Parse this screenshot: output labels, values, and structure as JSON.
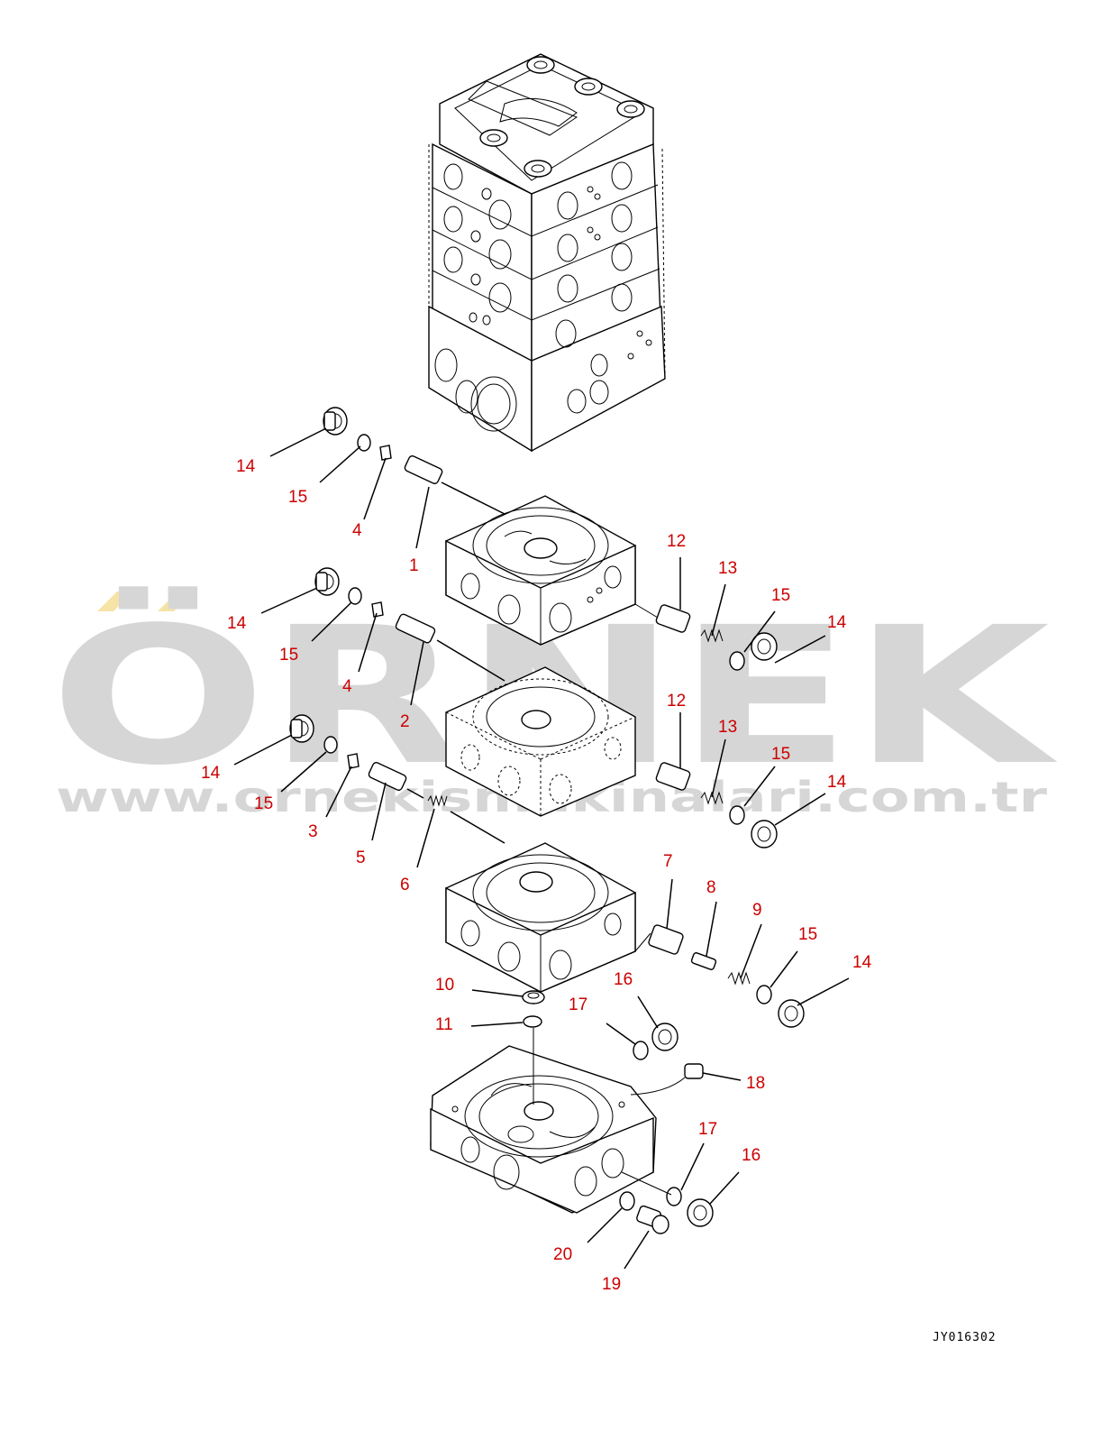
{
  "watermark": {
    "brand": "ÖRNEK",
    "url": "www.ornekismakinalari.com.tr",
    "brand_color": "#d6d6d6",
    "accent_color": "#f6e4a6"
  },
  "drawing_code": "JY016302",
  "callouts": {
    "c1": "1",
    "c2": "2",
    "c3": "3",
    "c4a": "4",
    "c4b": "4",
    "c5": "5",
    "c6": "6",
    "c7": "7",
    "c8": "8",
    "c9": "9",
    "c10": "10",
    "c11": "11",
    "c12a": "12",
    "c12b": "12",
    "c13a": "13",
    "c13b": "13",
    "c14a": "14",
    "c14b": "14",
    "c14c": "14",
    "c14d": "14",
    "c14e": "14",
    "c14f": "14",
    "c15a": "15",
    "c15b": "15",
    "c15c": "15",
    "c15d": "15",
    "c15e": "15",
    "c15f": "15",
    "c16a": "16",
    "c16b": "16",
    "c17a": "17",
    "c17b": "17",
    "c18": "18",
    "c19": "19",
    "c20": "20"
  },
  "colors": {
    "callout": "#cc0000",
    "line": "#000000"
  }
}
